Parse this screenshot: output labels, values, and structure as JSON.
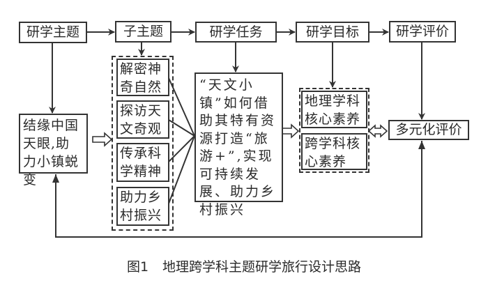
{
  "nodes": {
    "theme": "研学主题",
    "subtheme": "子主题",
    "task": "研学任务",
    "goal": "研学目标",
    "evaluation": "研学评价",
    "theme_detail": "结缘中国天眼,助力小镇蜕变",
    "subthemes": [
      "解密神奇自然",
      "探访天文奇观",
      "传承科学精神",
      "助力乡村振兴"
    ],
    "task_detail": "“天文小镇”如何借助其特有资源打造“旅游+”,实现可持续发展、助力乡村振兴",
    "goals": [
      "地理学科核心素养",
      "跨学科核心素养"
    ],
    "evaluation_detail": "多元化评价"
  },
  "caption": {
    "label": "图1",
    "title": "地理跨学科主题研学旅行设计思路"
  }
}
